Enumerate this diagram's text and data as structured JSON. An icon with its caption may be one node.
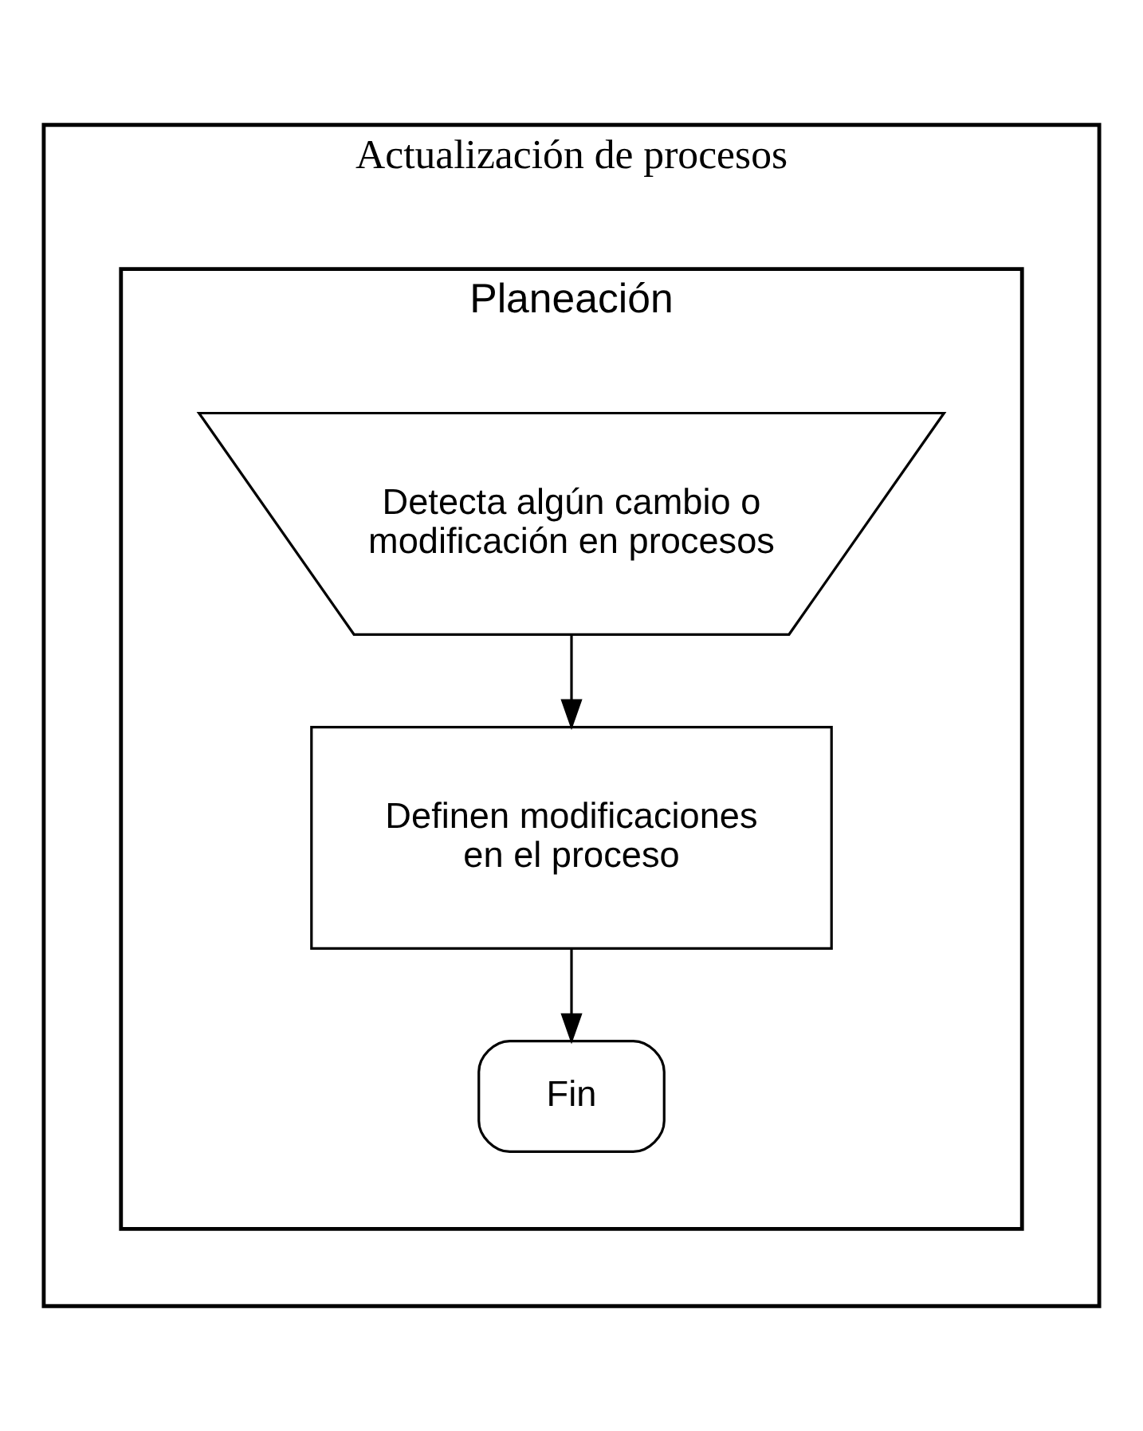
{
  "diagram": {
    "nodes": [
      {
        "text": [
          "Actualización de procesos"
        ]
      },
      {
        "text": [
          "Planeación"
        ],
        "in": 0
      },
      {
        "text": [
          "Detecta algún cambio o modificación en procesos"
        ],
        "in": 1
      },
      {
        "text": [
          "Definen modificaciones en el proceso"
        ],
        "in": 1
      },
      {
        "text": [
          "Fin"
        ],
        "in": 1
      }
    ],
    "edges": [
      {
        "from": 2,
        "to": 3,
        "arrow": "to"
      },
      {
        "from": 3,
        "to": 4,
        "arrow": "to"
      }
    ]
  }
}
